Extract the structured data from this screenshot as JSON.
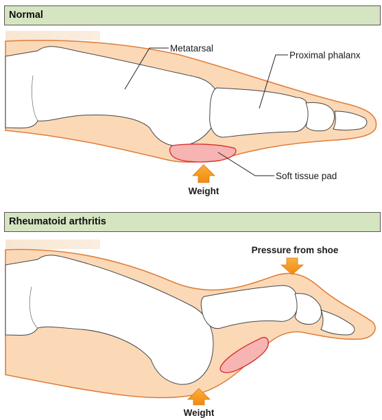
{
  "panels": [
    {
      "title": "Normal",
      "labels": {
        "metatarsal": "Metatarsal",
        "proximal_phalanx": "Proximal phalanx",
        "soft_tissue_pad": "Soft tissue pad",
        "weight": "Weight"
      }
    },
    {
      "title": "Rheumatoid arthritis",
      "labels": {
        "pressure_from_shoe": "Pressure from shoe",
        "weight": "Weight"
      }
    }
  ],
  "colors": {
    "header_bg": "#d5e5c1",
    "skin": "#fbd9b7",
    "skin_outline": "#e07d3a",
    "bone": "#ffffff",
    "pad": "#f6b4b2",
    "pad_outline": "#d8342e",
    "arrow": "#f59a1c"
  }
}
